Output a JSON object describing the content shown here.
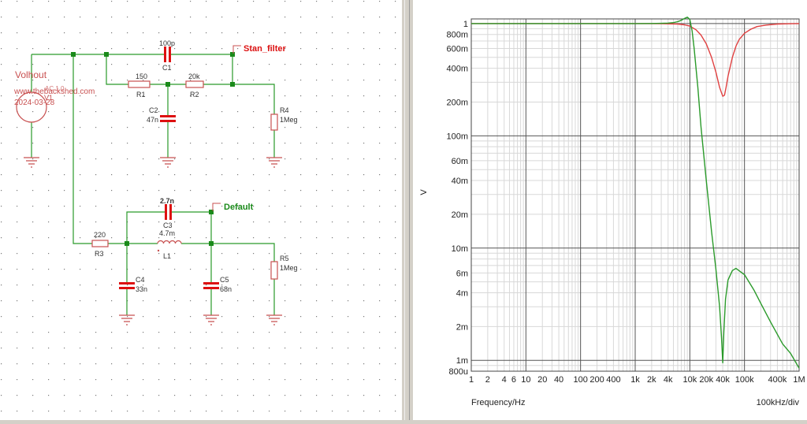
{
  "schematic": {
    "source": {
      "title": "Volhout",
      "website": "www.thebackshed.com",
      "date": "2024-03-28",
      "value": "AC 1 0",
      "ref": "V1"
    },
    "stan": {
      "net_label": "Stan_filter",
      "C1": {
        "ref": "C1",
        "value": "100p"
      },
      "R1": {
        "ref": "R1",
        "value": "150"
      },
      "R2": {
        "ref": "R2",
        "value": "20k"
      },
      "C2": {
        "ref": "C2",
        "value": "47n"
      },
      "R4": {
        "ref": "R4",
        "value": "1Meg"
      }
    },
    "default": {
      "net_label": "Default",
      "C3": {
        "ref": "C3",
        "value": "2.7n"
      },
      "L1": {
        "ref": "L1",
        "value": "4.7m"
      },
      "R3": {
        "ref": "R3",
        "value": "220"
      },
      "C4": {
        "ref": "C4",
        "value": "33n"
      },
      "C5": {
        "ref": "C5",
        "value": "68n"
      },
      "R5": {
        "ref": "R5",
        "value": "1Meg"
      }
    },
    "colors": {
      "wire": "#2a9a2a",
      "component": "#c85050",
      "capacitor": "#dd1111",
      "label_red": "#dd1111",
      "label_green": "#1a8a1a"
    }
  },
  "chart_data": {
    "type": "line",
    "x_scale": "log",
    "y_scale": "log",
    "xlim": [
      1,
      1000000
    ],
    "ylim": [
      0.0008,
      1.1
    ],
    "xlabel": "Frequency/Hz",
    "ylabel": "V",
    "x_division_note": "100kHz/div",
    "x_ticks": [
      {
        "v": 1,
        "t": "1"
      },
      {
        "v": 2,
        "t": "2"
      },
      {
        "v": 4,
        "t": "4"
      },
      {
        "v": 6,
        "t": "6"
      },
      {
        "v": 10,
        "t": "10"
      },
      {
        "v": 20,
        "t": "20"
      },
      {
        "v": 40,
        "t": "40"
      },
      {
        "v": 100,
        "t": "100"
      },
      {
        "v": 200,
        "t": "200"
      },
      {
        "v": 400,
        "t": "400"
      },
      {
        "v": 1000,
        "t": "1k"
      },
      {
        "v": 2000,
        "t": "2k"
      },
      {
        "v": 4000,
        "t": "4k"
      },
      {
        "v": 10000,
        "t": "10k"
      },
      {
        "v": 20000,
        "t": "20k"
      },
      {
        "v": 40000,
        "t": "40k"
      },
      {
        "v": 100000,
        "t": "100k"
      },
      {
        "v": 400000,
        "t": "400k"
      },
      {
        "v": 1000000,
        "t": "1M"
      }
    ],
    "y_ticks": [
      {
        "v": 1,
        "t": "1"
      },
      {
        "v": 0.8,
        "t": "800m"
      },
      {
        "v": 0.6,
        "t": "600m"
      },
      {
        "v": 0.4,
        "t": "400m"
      },
      {
        "v": 0.2,
        "t": "200m"
      },
      {
        "v": 0.1,
        "t": "100m"
      },
      {
        "v": 0.06,
        "t": "60m"
      },
      {
        "v": 0.04,
        "t": "40m"
      },
      {
        "v": 0.02,
        "t": "20m"
      },
      {
        "v": 0.01,
        "t": "10m"
      },
      {
        "v": 0.006,
        "t": "6m"
      },
      {
        "v": 0.004,
        "t": "4m"
      },
      {
        "v": 0.002,
        "t": "2m"
      },
      {
        "v": 0.001,
        "t": "1m"
      },
      {
        "v": 0.0008,
        "t": "800u"
      }
    ],
    "series": [
      {
        "color": "#e04040",
        "x": [
          1,
          100,
          1000,
          3000,
          6000,
          8000,
          10000,
          13000,
          16000,
          20000,
          25000,
          30000,
          35000,
          40000,
          43000,
          46000,
          50000,
          60000,
          70000,
          80000,
          100000,
          130000,
          170000,
          250000,
          400000,
          700000,
          1000000
        ],
        "y": [
          1,
          1,
          1,
          0.999,
          0.99,
          0.975,
          0.95,
          0.88,
          0.79,
          0.66,
          0.5,
          0.37,
          0.27,
          0.225,
          0.23,
          0.27,
          0.34,
          0.5,
          0.63,
          0.72,
          0.82,
          0.89,
          0.94,
          0.97,
          0.99,
          0.997,
          1
        ]
      },
      {
        "color": "#2a9a2a",
        "x": [
          1,
          100,
          1000,
          2000,
          3000,
          4000,
          5000,
          6000,
          7000,
          8000,
          9000,
          10000,
          11000,
          12000,
          14000,
          16000,
          20000,
          25000,
          30000,
          35000,
          38000,
          40000,
          42000,
          45000,
          50000,
          60000,
          70000,
          100000,
          150000,
          200000,
          300000,
          500000,
          700000,
          1000000
        ],
        "y": [
          1,
          1,
          1,
          1.002,
          1.005,
          1.01,
          1.02,
          1.04,
          1.07,
          1.11,
          1.14,
          1.09,
          0.86,
          0.6,
          0.27,
          0.12,
          0.04,
          0.014,
          0.0065,
          0.003,
          0.0016,
          0.00095,
          0.0018,
          0.0035,
          0.0052,
          0.0063,
          0.0066,
          0.0058,
          0.0042,
          0.0032,
          0.0022,
          0.0014,
          0.00115,
          0.00085
        ]
      }
    ]
  }
}
